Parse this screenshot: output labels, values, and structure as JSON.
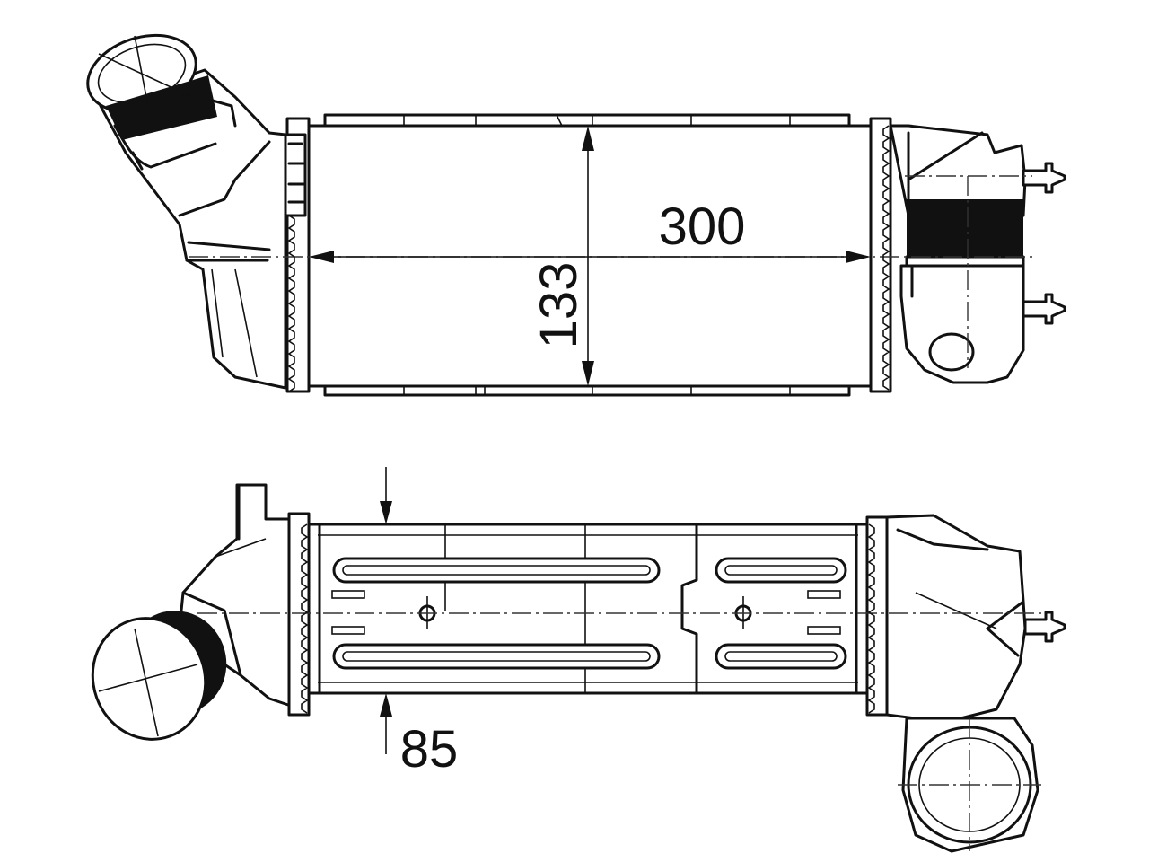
{
  "drawing": {
    "top_view": {
      "width_dimension": "300",
      "height_dimension": "133"
    },
    "bottom_view": {
      "depth_dimension": "85"
    },
    "line_color": "#111111",
    "background_color": "#ffffff"
  }
}
